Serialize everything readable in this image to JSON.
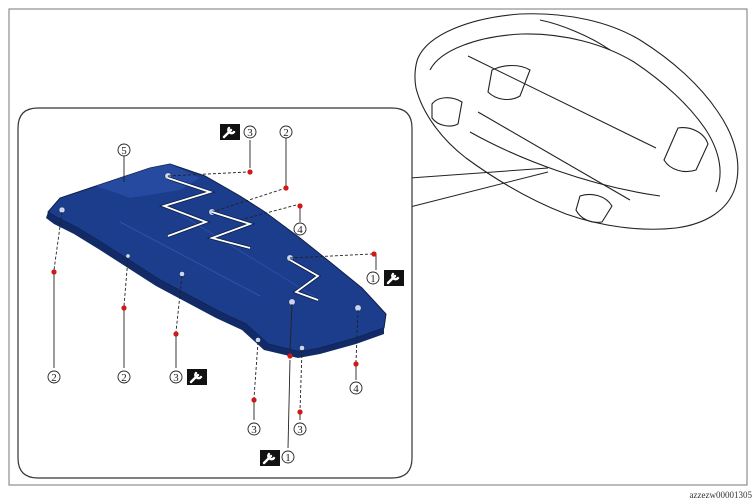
{
  "reference_code": "azzezw00001305",
  "callouts": [
    {
      "id": "c5a",
      "label": "5"
    },
    {
      "id": "c3a",
      "label": "3"
    },
    {
      "id": "c2a",
      "label": "2"
    },
    {
      "id": "c4a",
      "label": "4"
    },
    {
      "id": "c1a",
      "label": "1"
    },
    {
      "id": "c2b",
      "label": "2"
    },
    {
      "id": "c2c",
      "label": "2"
    },
    {
      "id": "c3b",
      "label": "3"
    },
    {
      "id": "c4b",
      "label": "4"
    },
    {
      "id": "c3c",
      "label": "3"
    },
    {
      "id": "c3d",
      "label": "3"
    },
    {
      "id": "c1b",
      "label": "1"
    }
  ],
  "icons": {
    "torque": "wrench-torque-icon",
    "vehicle": "vehicle-underside-outline"
  },
  "colors": {
    "panel": "#1c3c8c",
    "panel_dark": "#122a66",
    "fastener": "#d01818",
    "line": "#222222"
  }
}
